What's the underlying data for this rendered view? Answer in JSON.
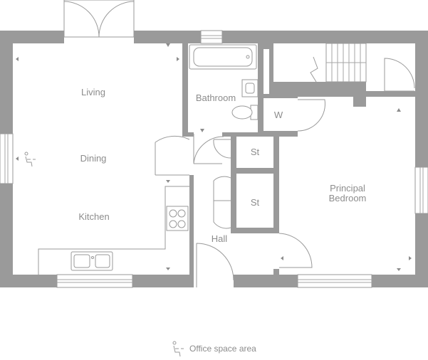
{
  "rooms": {
    "living": "Living",
    "dining": "Dining",
    "kitchen": "Kitchen",
    "bathroom": "Bathroom",
    "wardrobe": "W",
    "store1": "St",
    "store2": "St",
    "principal_line1": "Principal",
    "principal_line2": "Bedroom",
    "hall": "Hall"
  },
  "legend": {
    "office_label": "Office space area",
    "icon": "person-at-desk-icon"
  },
  "colors": {
    "wall": "#9a9a9a",
    "text": "#8c8c8c"
  }
}
